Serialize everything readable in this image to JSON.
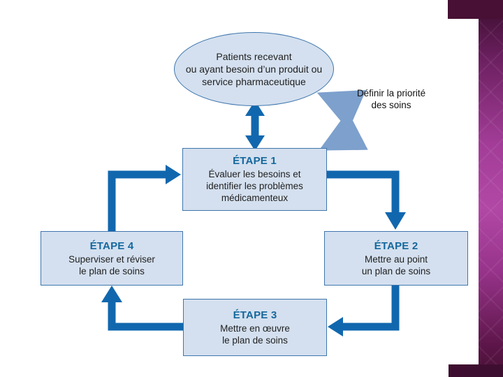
{
  "diagram": {
    "ellipse_text": "Patients recevant\nou ayant besoin d’un produit ou\nservice pharmaceutique",
    "priority_label": "Définir la priorité\ndes soins",
    "steps": [
      {
        "title": "ÉTAPE 1",
        "body": "Évaluer les besoins et\nidentifier les problèmes\nmédicamenteux"
      },
      {
        "title": "ÉTAPE 2",
        "body": "Mettre au point\nun plan de soins"
      },
      {
        "title": "ÉTAPE 3",
        "body": "Mettre en œuvre\nle plan de soins"
      },
      {
        "title": "ÉTAPE 4",
        "body": "Superviser et réviser\nle plan de soins"
      }
    ]
  },
  "colors": {
    "arrow_blue": "#1167ae",
    "curved_arrow_blue": "#7da0cd",
    "node_fill": "#d4e0ef",
    "node_border": "#3f76ad",
    "step_title": "#15689d",
    "theme_purple_bright": "#b148a5",
    "theme_purple_dark": "#471034"
  }
}
